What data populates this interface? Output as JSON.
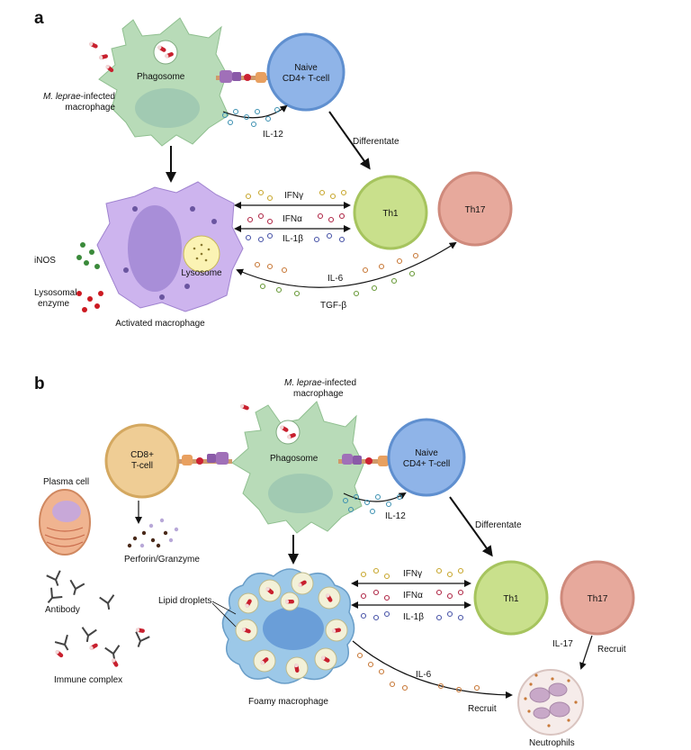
{
  "colors": {
    "macrophage": "#b8dbb8",
    "activated_macrophage": "#cdb4ee",
    "naive_tcell": "#8fb4e8",
    "th1": "#c9e08c",
    "th17": "#e7a99c",
    "cd8": "#efcd95",
    "foamy": "#9cc8e8",
    "bacteria": "#cc2233"
  },
  "panel_a": {
    "letter": "a",
    "macrophage_species": "M. leprae",
    "macrophage_suffix": "-infected",
    "macrophage_line2": "macrophage",
    "phagosome": "Phagosome",
    "naive_line1": "Naive",
    "naive_line2": "CD4+ T-cell",
    "il12": "IL-12",
    "differentiate": "Differentate",
    "th1": "Th1",
    "th17": "Th17",
    "ifng": "IFNγ",
    "ifna": "IFNα",
    "il1b": "IL-1β",
    "il6": "IL-6",
    "tgfb": "TGF-β",
    "inos": "iNOS",
    "lyso_enz_line1": "Lysosomal",
    "lyso_enz_line2": "enzyme",
    "lysosome": "Lysosome",
    "activated": "Activated macrophage"
  },
  "panel_b": {
    "letter": "b",
    "macrophage_species": "M. leprae",
    "macrophage_suffix": "-infected",
    "macrophage_line2": "macrophage",
    "phagosome": "Phagosome",
    "cd8_line1": "CD8+",
    "cd8_line2": "T-cell",
    "perforin": "Perforin/Granzyme",
    "plasma_cell": "Plasma cell",
    "antibody": "Antibody",
    "immune_complex": "Immune complex",
    "naive_line1": "Naive",
    "naive_line2": "CD4+ T-cell",
    "il12": "IL-12",
    "differentiate": "Differentate",
    "th1": "Th1",
    "th17": "Th17",
    "ifng": "IFNγ",
    "ifna": "IFNα",
    "il1b": "IL-1β",
    "il6": "IL-6",
    "il17": "IL-17",
    "recruit": "Recruit",
    "recruit2": "Recruit",
    "lipid": "Lipid droplets",
    "foamy": "Foamy macrophage",
    "neutrophils": "Neutrophils"
  }
}
